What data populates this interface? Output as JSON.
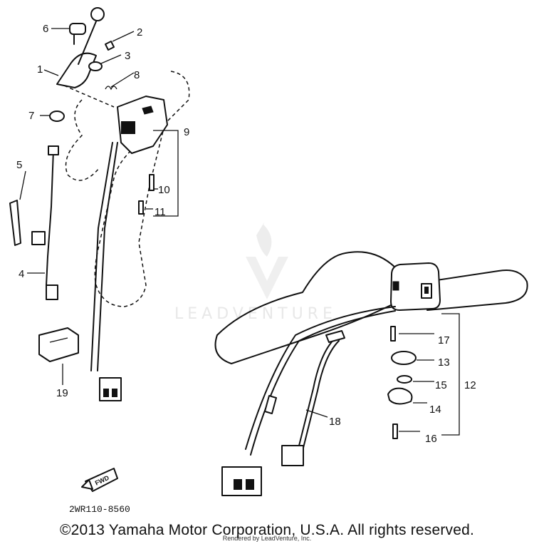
{
  "diagram": {
    "callouts": [
      "1",
      "2",
      "3",
      "4",
      "5",
      "6",
      "7",
      "8",
      "9",
      "10",
      "11",
      "12",
      "13",
      "14",
      "15",
      "16",
      "17",
      "18",
      "19"
    ],
    "direction_label": "FWD",
    "part_code": "2WR110-8560"
  },
  "watermark": {
    "text": "LEADVENTURE"
  },
  "footer": {
    "copyright": "©2013 Yamaha Motor Corporation, U.S.A. All rights reserved.",
    "rendered_by": "Rendered by LeadVenture, Inc."
  }
}
